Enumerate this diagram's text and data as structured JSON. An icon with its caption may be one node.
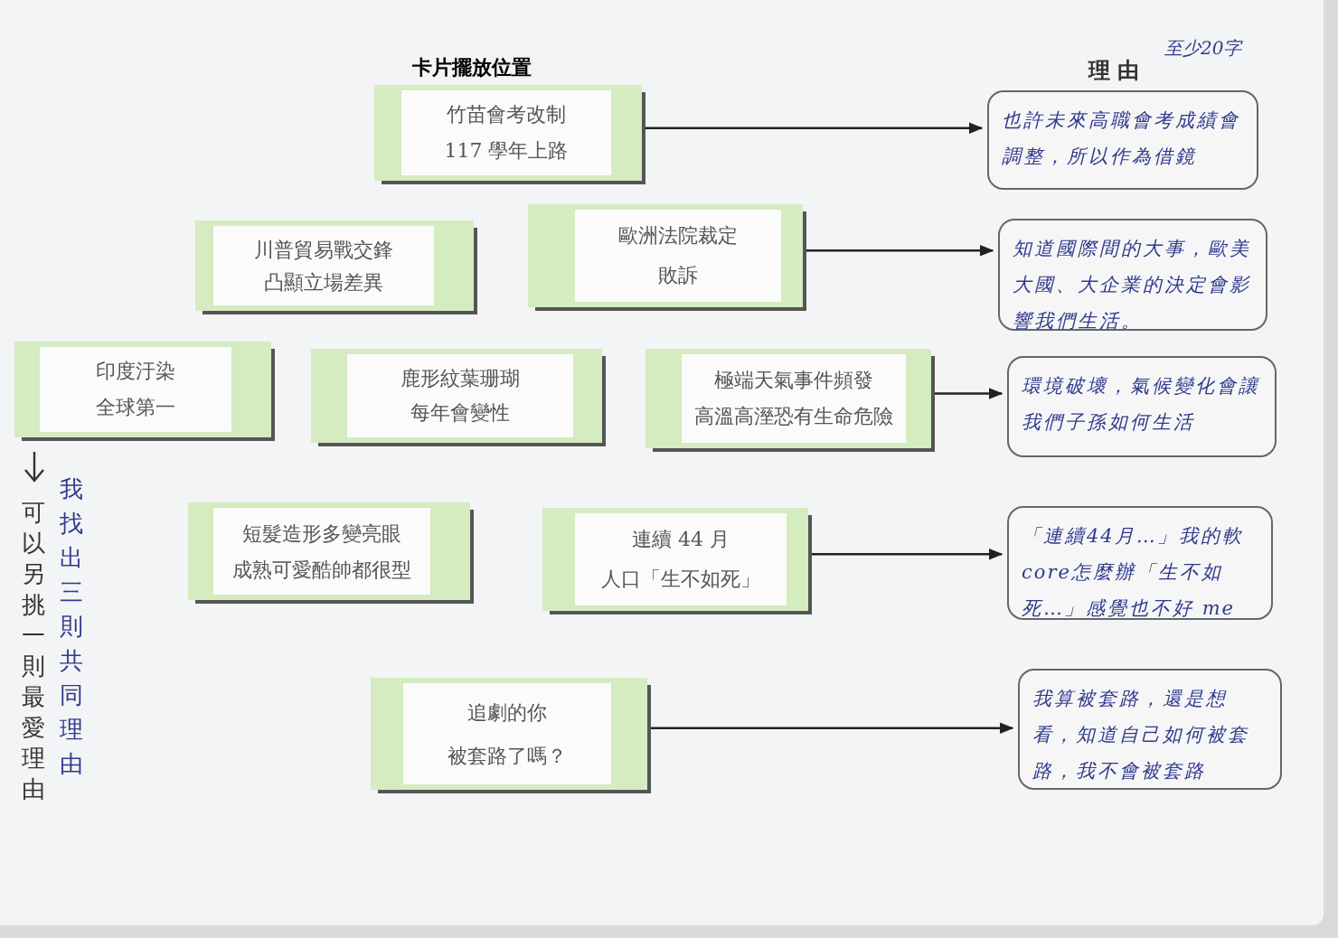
{
  "diagram": {
    "title": "卡片擺放位置",
    "nodes": [
      {
        "text": [
          "竹苗會考改制",
          "117 學年上路"
        ]
      },
      {
        "text": [
          "川普貿易戰交鋒",
          "凸顯立場差異"
        ]
      },
      {
        "text": [
          "歐洲法院裁定",
          "敗訴"
        ]
      },
      {
        "text": [
          "印度汙染",
          "全球第一"
        ]
      },
      {
        "text": [
          "鹿形紋葉珊瑚",
          "每年會變性"
        ]
      },
      {
        "text": [
          "極端天氣事件頻發",
          "高溫高溼恐有生命危險"
        ]
      },
      {
        "text": [
          "短髮造形多變亮眼",
          "成熟可愛酷帥都很型"
        ]
      },
      {
        "text": [
          "連續 44 月",
          "人口「生不如死」"
        ]
      },
      {
        "text": [
          "追劇的你",
          "被套路了嗎？"
        ]
      },
      {
        "text": [
          "也許未來高職會考成績會調整，所以作為借鏡"
        ]
      },
      {
        "text": [
          "知道國際間的大事，歐美大國、大企業的決定會影響我們生活。"
        ]
      },
      {
        "text": [
          "環境破壞，氣候變化會讓我們子孫如何生活"
        ]
      },
      {
        "text": [
          "「連續44月…」我的軟core怎麼辦「生不如死…」感覺也不好 me"
        ]
      },
      {
        "text": [
          "我算被套路，還是想看，知道自己如何被套路，我不會被套路"
        ]
      }
    ],
    "edges": [
      {
        "from": 0,
        "to": 9,
        "arrow": "to"
      },
      {
        "from": 2,
        "to": 10,
        "arrow": "to"
      },
      {
        "from": 5,
        "to": 11,
        "arrow": "to"
      },
      {
        "from": 7,
        "to": 12,
        "arrow": "to"
      },
      {
        "from": 8,
        "to": 13,
        "arrow": "to"
      }
    ],
    "labels": [
      "理 由",
      "至少20字",
      "我找出三則共同理由",
      "可以另挑一則最愛理由"
    ]
  }
}
